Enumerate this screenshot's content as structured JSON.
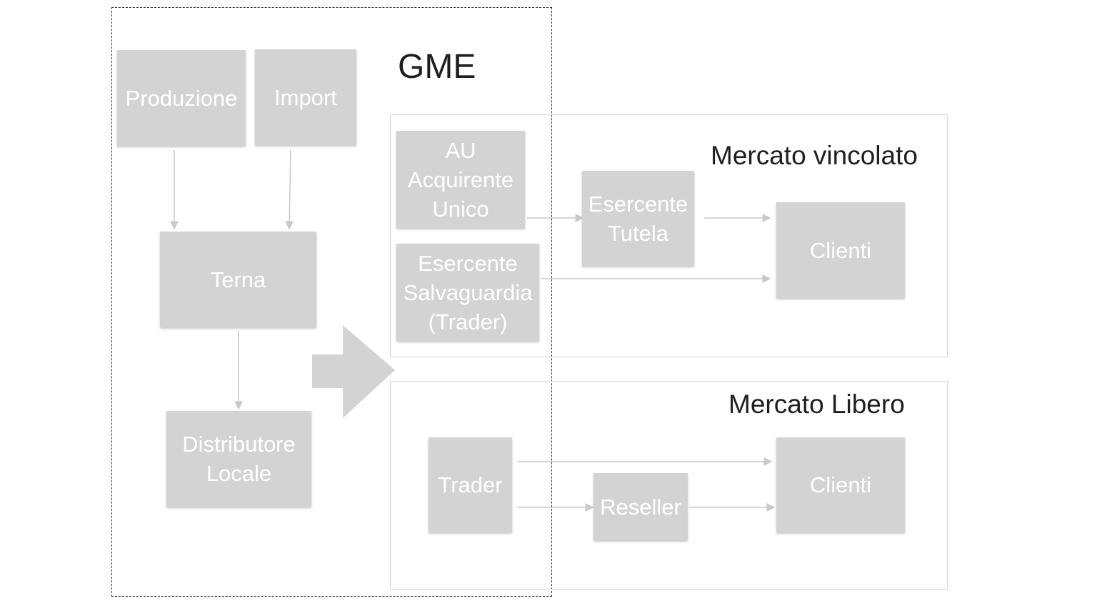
{
  "gme": {
    "title": "GME"
  },
  "nodes": {
    "produzione": "Produzione",
    "import": "Import",
    "terna": "Terna",
    "distributore": "Distributore\nLocale",
    "acquirente_unico": "AU\nAcquirente\nUnico",
    "esercente_salvaguardia": "Esercente\nSalvaguardia\n(Trader)",
    "esercente_tutela": "Esercente\nTutela",
    "clienti_vincolato": "Clienti",
    "trader": "Trader",
    "reseller": "Reseller",
    "clienti_libero": "Clienti"
  },
  "markets": {
    "vincolato": {
      "title": "Mercato vincolato"
    },
    "libero": {
      "title": "Mercato Libero"
    }
  },
  "colors": {
    "box_fill": "#d3d3d3",
    "box_text": "#ffffff",
    "connector": "#c9c9c9",
    "panel_border": "#d6d6d6",
    "frame_border": "#333333"
  }
}
